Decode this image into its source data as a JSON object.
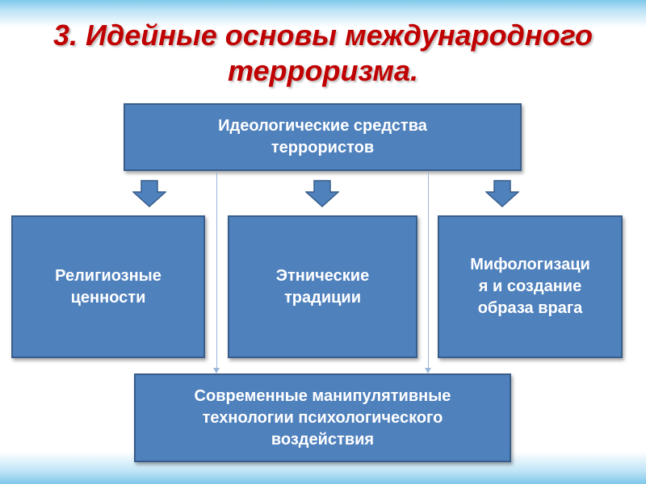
{
  "title": {
    "line1": "3. Идейные основы международного",
    "line2": "терроризма."
  },
  "diagram": {
    "top_box": {
      "line1": "Идеологические средства",
      "line2": "террористов"
    },
    "left_box": {
      "line1": "Религиозные",
      "line2": "ценности"
    },
    "mid_box": {
      "line1": "Этнические",
      "line2": "традиции"
    },
    "right_box": {
      "line1": "Мифологизаци",
      "line2": "я и создание",
      "line3": "образа врага"
    },
    "bottom_box": {
      "line1": "Современные манипулятивные",
      "line2": "технологии психологического",
      "line3": "воздействия"
    },
    "colors": {
      "box_fill": "#4f81bd",
      "box_border": "#385d8a",
      "title": "#c00000",
      "text": "#ffffff"
    },
    "arrow_icon": "down-block-arrow-icon"
  }
}
